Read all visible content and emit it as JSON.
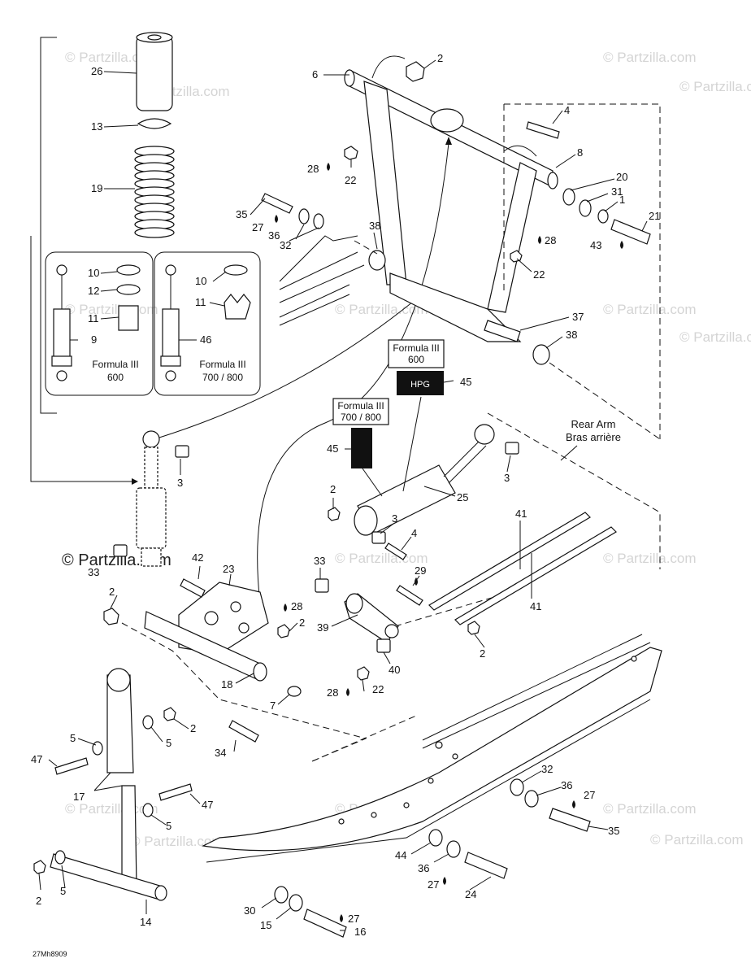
{
  "watermarks": [
    "© Partzilla.com",
    "© Partzilla.com",
    "© Partzilla.com",
    "© Partzilla.com",
    "© Partzilla.com",
    "© Partzilla.com",
    "© Partzilla.com",
    "© Partzilla.com",
    "© Partzilla.com",
    "© Partzilla.com",
    "© Partzilla.com",
    "© Partzilla.com"
  ],
  "main_watermark": "© Partzilla.com",
  "variant_boxes": {
    "f600_left": {
      "line1": "Formula III",
      "line2": "600"
    },
    "f700_left": {
      "line1": "Formula III",
      "line2": "700 / 800"
    },
    "f600_decal": {
      "line1": "Formula III",
      "line2": "600"
    },
    "f700_decal": {
      "line1": "Formula III",
      "line2": "700 / 800"
    }
  },
  "rear_arm": {
    "en": "Rear Arm",
    "fr": "Bras arrière"
  },
  "diagram_code": "27Mh8909",
  "decal_text": "HPG",
  "callouts": {
    "c26": "26",
    "c13": "13",
    "c19": "19",
    "c10a": "10",
    "c12": "12",
    "c11a": "11",
    "c9": "9",
    "c10b": "10",
    "c11b": "11",
    "c46": "46",
    "c3a": "3",
    "c33a": "33",
    "c2a": "2",
    "c42": "42",
    "c23": "23",
    "c28a": "28",
    "c2b": "2",
    "c18": "18",
    "c7": "7",
    "c34": "34",
    "c5a": "5",
    "c5b": "5",
    "c2c": "2",
    "c47a": "47",
    "c17": "17",
    "c47b": "47",
    "c5c": "5",
    "c2d": "2",
    "c5d": "5",
    "c14": "14",
    "c6": "6",
    "c2e": "2",
    "c4a": "4",
    "c8": "8",
    "c28b": "28",
    "c22a": "22",
    "c35a": "35",
    "c27a": "27",
    "c36a": "36",
    "c32a": "32",
    "c38a": "38",
    "c20": "20",
    "c31": "31",
    "c1": "1",
    "c21": "21",
    "c43": "43",
    "c28c": "28",
    "c22b": "22",
    "c37": "37",
    "c38b": "38",
    "c45a": "45",
    "c45b": "45",
    "c25": "25",
    "c3b": "3",
    "c2f": "2",
    "c3c": "3",
    "c4b": "4",
    "c41a": "41",
    "c41b": "41",
    "c33b": "33",
    "c29": "29",
    "c39": "39",
    "c40": "40",
    "c2g": "2",
    "c28d": "28",
    "c22c": "22",
    "c32b": "32",
    "c36b": "36",
    "c27b": "27",
    "c35b": "35",
    "c44": "44",
    "c36c": "36",
    "c27c": "27",
    "c24": "24",
    "c30": "30",
    "c15": "15",
    "c27d": "27",
    "c16": "16"
  }
}
